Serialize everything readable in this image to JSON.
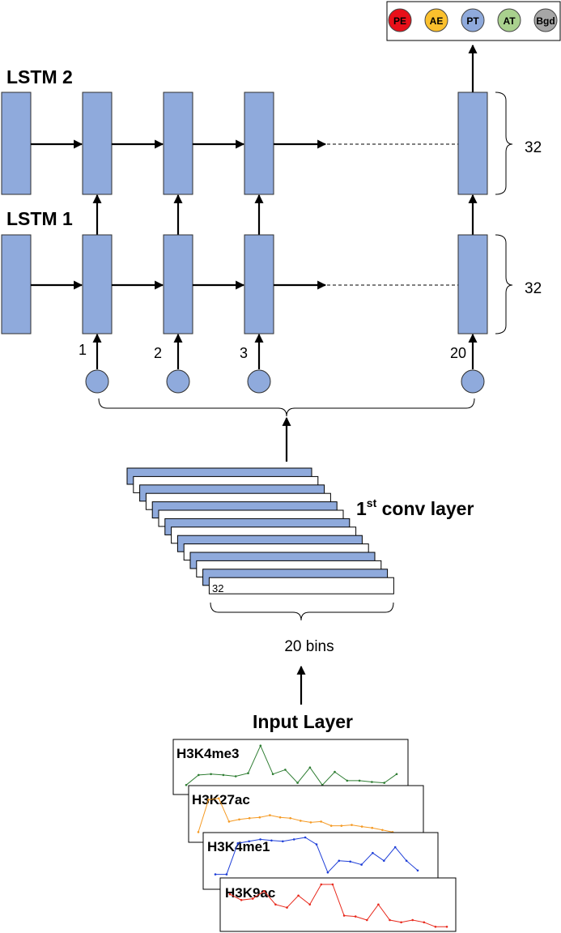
{
  "lstm2": {
    "label": "LSTM 2",
    "units": "32"
  },
  "lstm1": {
    "label": "LSTM 1",
    "units": "32"
  },
  "timesteps": [
    "1",
    "2",
    "3",
    "20"
  ],
  "output": {
    "classes": [
      {
        "label": "PE",
        "color": "#e8101a"
      },
      {
        "label": "AE",
        "color": "#fbc02d"
      },
      {
        "label": "PT",
        "color": "#8faadc"
      },
      {
        "label": "AT",
        "color": "#a9d18e"
      },
      {
        "label": "Bgd",
        "color": "#a6a6a6"
      }
    ]
  },
  "conv": {
    "title_main": "1",
    "title_sup": "st",
    "title_rest": " conv layer",
    "filters_label": "32",
    "bins_label": "20 bins"
  },
  "input": {
    "title": "Input Layer",
    "tracks": [
      {
        "name": "H3K4me3",
        "color": "#2e7d32",
        "values": [
          0.05,
          0.28,
          0.3,
          0.28,
          0.25,
          0.32,
          0.95,
          0.3,
          0.4,
          0.1,
          0.45,
          0.05,
          0.35,
          0.15,
          0.15,
          0.12,
          0.1,
          0.3
        ]
      },
      {
        "name": "H3K27ac",
        "color": "#f59a23",
        "values": [
          0.05,
          0.82,
          0.85,
          0.3,
          0.35,
          0.38,
          0.4,
          0.45,
          0.4,
          0.38,
          0.32,
          0.28,
          0.3,
          0.2,
          0.2,
          0.22,
          0.18,
          0.15,
          0.1,
          0.05
        ]
      },
      {
        "name": "H3K4me1",
        "color": "#1f3fd8",
        "values": [
          0.05,
          0.05,
          0.85,
          0.9,
          0.95,
          0.92,
          0.9,
          0.95,
          1.0,
          0.82,
          0.1,
          0.4,
          0.38,
          0.3,
          0.6,
          0.4,
          0.75,
          0.4,
          0.15
        ]
      },
      {
        "name": "H3K9ac",
        "color": "#e8291c",
        "values": [
          0.78,
          0.65,
          0.68,
          0.85,
          0.55,
          0.48,
          0.75,
          0.55,
          1.0,
          1.0,
          0.3,
          0.28,
          0.2,
          0.55,
          0.2,
          0.15,
          0.2,
          0.15,
          0.05,
          0.05
        ]
      }
    ]
  }
}
